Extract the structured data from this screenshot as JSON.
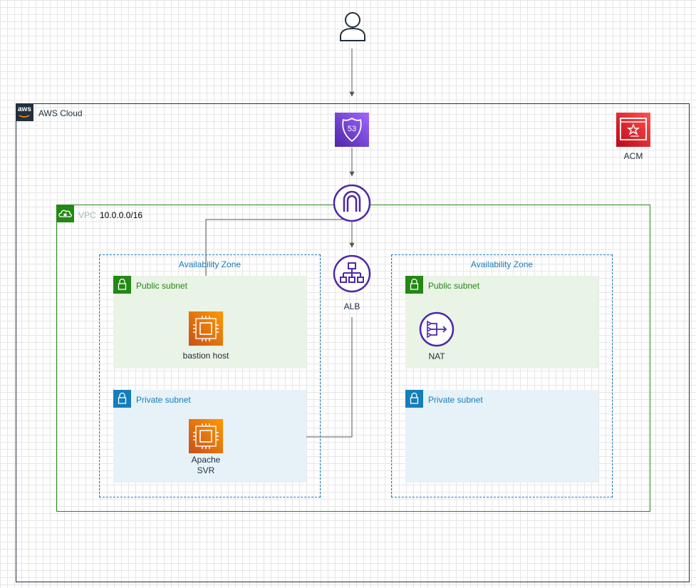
{
  "aws_cloud": {
    "label": "AWS Cloud",
    "logo_text": "aws"
  },
  "vpc": {
    "label": "VPC",
    "cidr": "10.0.0.0/16"
  },
  "acm": {
    "label": "ACM"
  },
  "route53": {
    "badge": "53"
  },
  "alb": {
    "label": "ALB"
  },
  "zones": [
    {
      "label": "Availability Zone",
      "public_subnet": "Public subnet",
      "private_subnet": "Private subnet"
    },
    {
      "label": "Availability Zone",
      "public_subnet": "Public subnet",
      "private_subnet": "Private subnet"
    }
  ],
  "bastion": {
    "label": "bastion host"
  },
  "apache": {
    "label_line1": "Apache",
    "label_line2": "SVR"
  },
  "nat": {
    "label": "NAT"
  },
  "colors": {
    "aws_cloud": "#232f3e",
    "vpc": "#248814",
    "public_subnet_bg": "#e9f3e6",
    "private_subnet_bg": "#e6f2f8",
    "availability_zone": "#147eba",
    "networking": "#4d27a8",
    "compute": "#ed7100",
    "security": "#dd344c"
  }
}
